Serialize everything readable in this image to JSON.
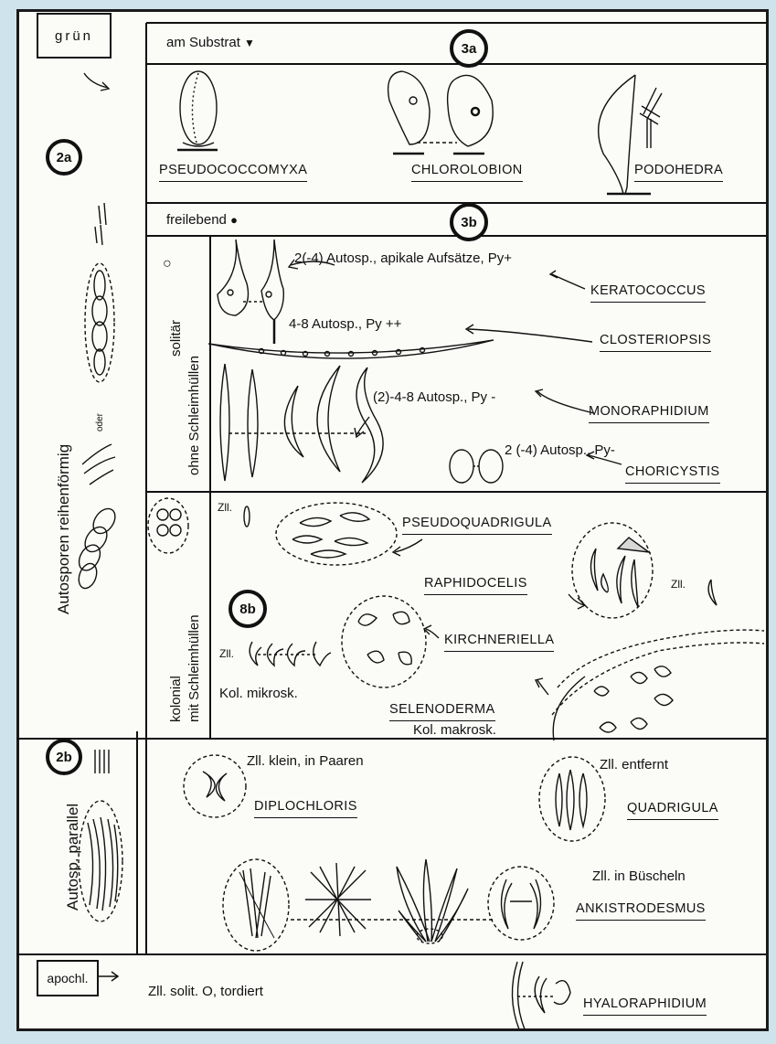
{
  "top_left_box": "grün",
  "apochl_box": "apochl.",
  "vertical_labels": {
    "autosporen": "Autosporen  reihenförmig",
    "oder": "oder",
    "autosp_parallel": "Autosp. parallel",
    "solitaer": "solitär",
    "ohne_schleim": "ohne Schleimhüllen",
    "kolonial": "kolonial",
    "mit_schleim": "mit Schleimhüllen"
  },
  "badges": {
    "b2a": "2a",
    "b2b": "2b",
    "b3a": "3a",
    "b3b": "3b",
    "b8b": "8b"
  },
  "sections": {
    "substrat": "am Substrat",
    "freilebend": "freilebend"
  },
  "substrat_genera": [
    "PSEUDOCOCCOMYXA",
    "CHLOROLOBION",
    "PODOHEDRA"
  ],
  "solitary_notes": {
    "kerato": "2(-4) Autosp., apikale Aufsätze, Py+",
    "clost": "4-8 Autosp., Py ++",
    "mono": "(2)-4-8 Autosp., Py -",
    "chori": "2 (-4) Autosp., Py-"
  },
  "solitary_genera": [
    "KERATOCOCCUS",
    "CLOSTERIOPSIS",
    "MONORAPHIDIUM",
    "CHORICYSTIS"
  ],
  "colonial": {
    "zll1": "Zll.",
    "pseudoquadrigula": "PSEUDOQUADRIGULA",
    "raphidocelis": "RAPHIDOCELIS",
    "zll2": "Zll.",
    "kirchneriella": "KIRCHNERIELLA",
    "zll3": "Zll.",
    "kol_mikro": "Kol. mikrosk.",
    "selenoderma": "SELENODERMA",
    "kol_makro": "Kol. makrosk."
  },
  "parallel": {
    "zll_klein": "Zll. klein, in Paaren",
    "diplochloris": "DIPLOCHLORIS",
    "zll_entfernt": "Zll. entfernt",
    "quadrigula": "QUADRIGULA",
    "zll_buescheln": "Zll. in Büscheln",
    "ankistrodesmus": "ANKISTRODESMUS"
  },
  "apochl": {
    "note": "Zll. solit. O, tordiert",
    "genus": "HYALORAPHIDIUM"
  }
}
